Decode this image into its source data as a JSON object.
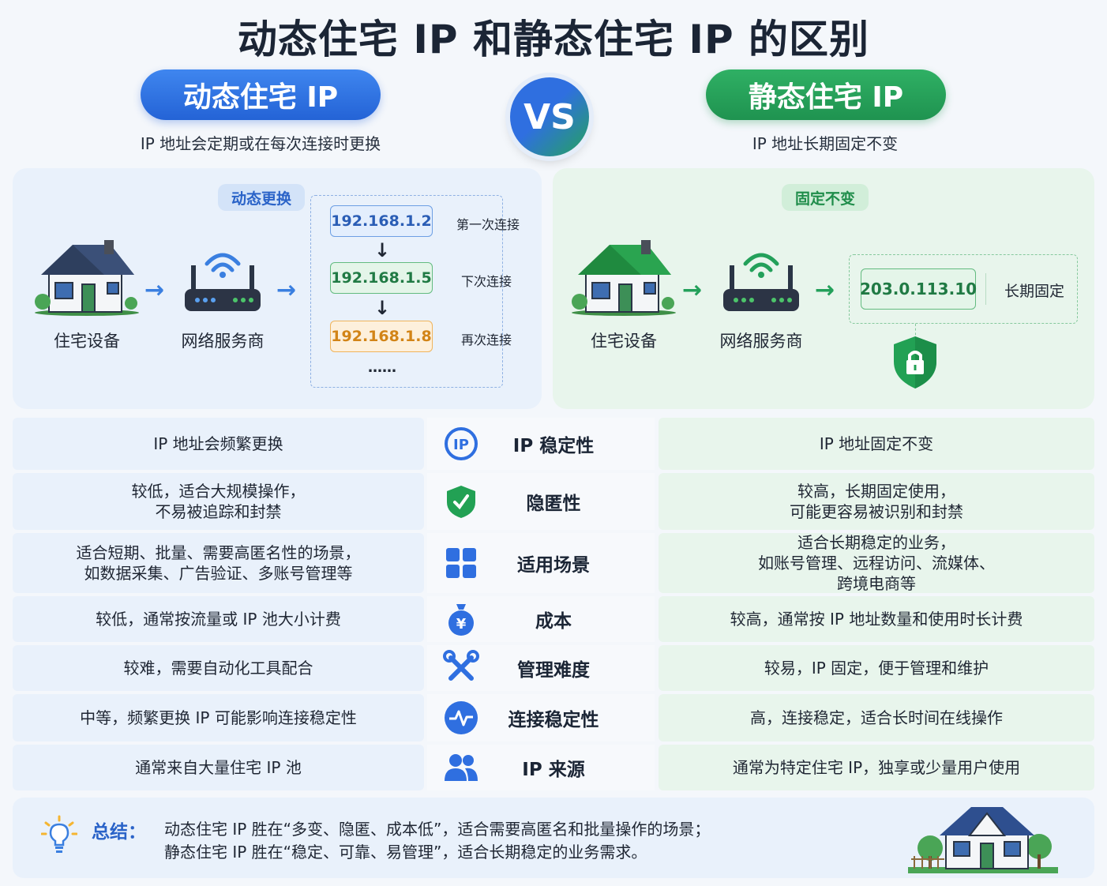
{
  "title": "动态住宅 IP 和静态住宅 IP 的区别",
  "vs_label": "VS",
  "colors": {
    "blue": "#2f6fe0",
    "green": "#23a05a",
    "orange": "#f0b45c"
  },
  "left": {
    "heading": "动态住宅 IP",
    "subtitle": "IP 地址会定期或在每次连接时更换",
    "tag": "动态更换",
    "device_label": "住宅设备",
    "isp_label": "网络服务商",
    "ips": [
      {
        "ip": "192.168.1.2",
        "note": "第一次连接"
      },
      {
        "ip": "192.168.1.5",
        "note": "下次连接"
      },
      {
        "ip": "192.168.1.8",
        "note": "再次连接"
      }
    ],
    "ellipsis": "……"
  },
  "right": {
    "heading": "静态住宅 IP",
    "subtitle": "IP 地址长期固定不变",
    "tag": "固定不变",
    "device_label": "住宅设备",
    "isp_label": "网络服务商",
    "ip": "203.0.113.10",
    "note": "长期固定",
    "lock_icon": "lock-shield-icon"
  },
  "rows": [
    {
      "label": "IP 稳定性",
      "icon": "ip-icon",
      "left": "IP 地址会频繁更换",
      "right": "IP 地址固定不变"
    },
    {
      "label": "隐匿性",
      "icon": "shield-icon",
      "left": "较低，适合大规模操作，\n不易被追踪和封禁",
      "right": "较高，长期固定使用，\n可能更容易被识别和封禁"
    },
    {
      "label": "适用场景",
      "icon": "grid-icon",
      "left": "适合短期、批量、需要高匿名性的场景，\n如数据采集、广告验证、多账号管理等",
      "right": "适合长期稳定的业务，\n如账号管理、远程访问、流媒体、\n跨境电商等"
    },
    {
      "label": "成本",
      "icon": "money-bag-icon",
      "left": "较低，通常按流量或 IP 池大小计费",
      "right": "较高，通常按 IP 地址数量和使用时长计费"
    },
    {
      "label": "管理难度",
      "icon": "tools-icon",
      "left": "较难，需要自动化工具配合",
      "right": "较易，IP 固定，便于管理和维护"
    },
    {
      "label": "连接稳定性",
      "icon": "pulse-icon",
      "left": "中等，频繁更换 IP 可能影响连接稳定性",
      "right": "高，连接稳定，适合长时间在线操作"
    },
    {
      "label": "IP 来源",
      "icon": "users-icon",
      "left": "通常来自大量住宅 IP 池",
      "right": "通常为特定住宅 IP，独享或少量用户使用"
    }
  ],
  "summary": {
    "title": "总结：",
    "line1": "动态住宅 IP 胜在“多变、隐匿、成本低”，适合需要高匿名和批量操作的场景；",
    "line2": "静态住宅 IP 胜在“稳定、可靠、易管理”，适合长期稳定的业务需求。"
  }
}
